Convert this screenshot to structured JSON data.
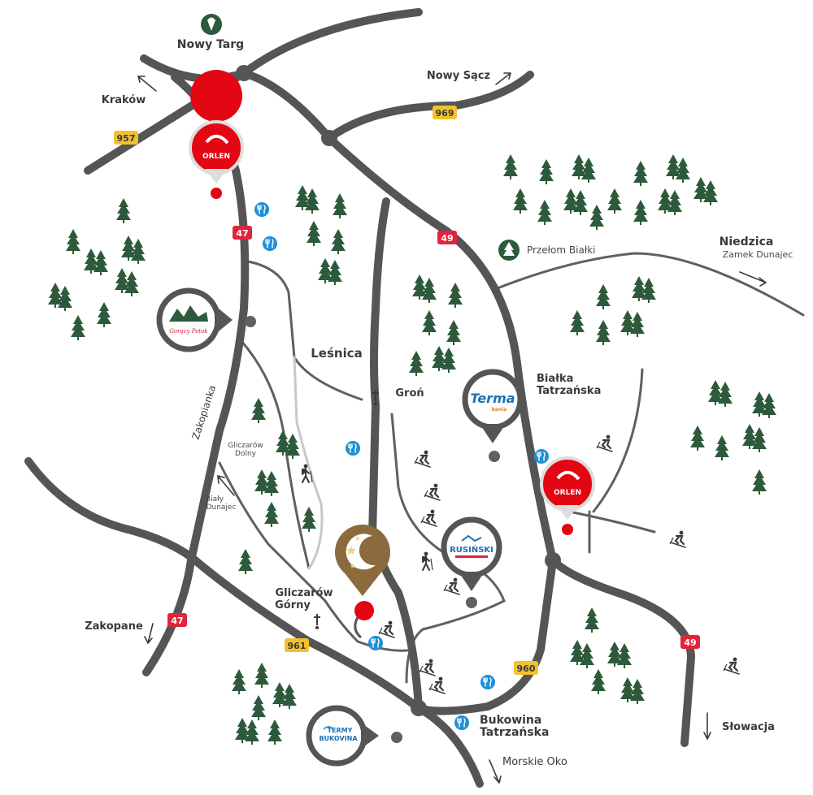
{
  "colors": {
    "road": "#555555",
    "road_thin": "#606060",
    "trail": "#c8c8c8",
    "tree": "#2e5a3c",
    "orlen_red": "#e30613",
    "red_badge": "#e0243c",
    "yellow_badge": "#f2c12e",
    "blue_icon": "#1e90d6",
    "gold_pin": "#8b6a3e",
    "text": "#3a3a3a"
  },
  "places": {
    "nowy_targ": "Nowy Targ",
    "krakow": "Kraków",
    "nowy_sacz": "Nowy Sącz",
    "niedzica": "Niedzica",
    "zamek_dunajec": "Zamek Dunajec",
    "przelom_bialki": "Przełom Białki",
    "lesnica": "Leśnica",
    "gron": "Groń",
    "bialka_tatrzanska": [
      "Białka",
      "Tatrzańska"
    ],
    "zakopianka": "Zakopianka",
    "gliczarow_dolny": [
      "Gliczarów",
      "Dolny"
    ],
    "bialy_dunajec": [
      "Biały",
      "Dunajec"
    ],
    "gliczarow_gorny": [
      "Gliczarów",
      "Górny"
    ],
    "zakopane": "Zakopane",
    "bukowina_tatrzanska": [
      "Bukowina",
      "Tatrzańska"
    ],
    "slowacja": "Słowacja",
    "morskie_oko": "Morskie Oko"
  },
  "road_badges": {
    "r957": "957",
    "r969": "969",
    "r47_top": "47",
    "r49_top": "49",
    "r47_bottom": "47",
    "r961": "961",
    "r960": "960",
    "r49_bottom": "49"
  },
  "logos": {
    "orlen": "ORLEN",
    "terma": "Terma",
    "terma_sub": "bania",
    "rusinski": "RUSIŃSKI",
    "termy_bukovina": [
      "TERMY",
      "BUKOVINA"
    ],
    "gorecy_potok": "Gorący Potok"
  }
}
